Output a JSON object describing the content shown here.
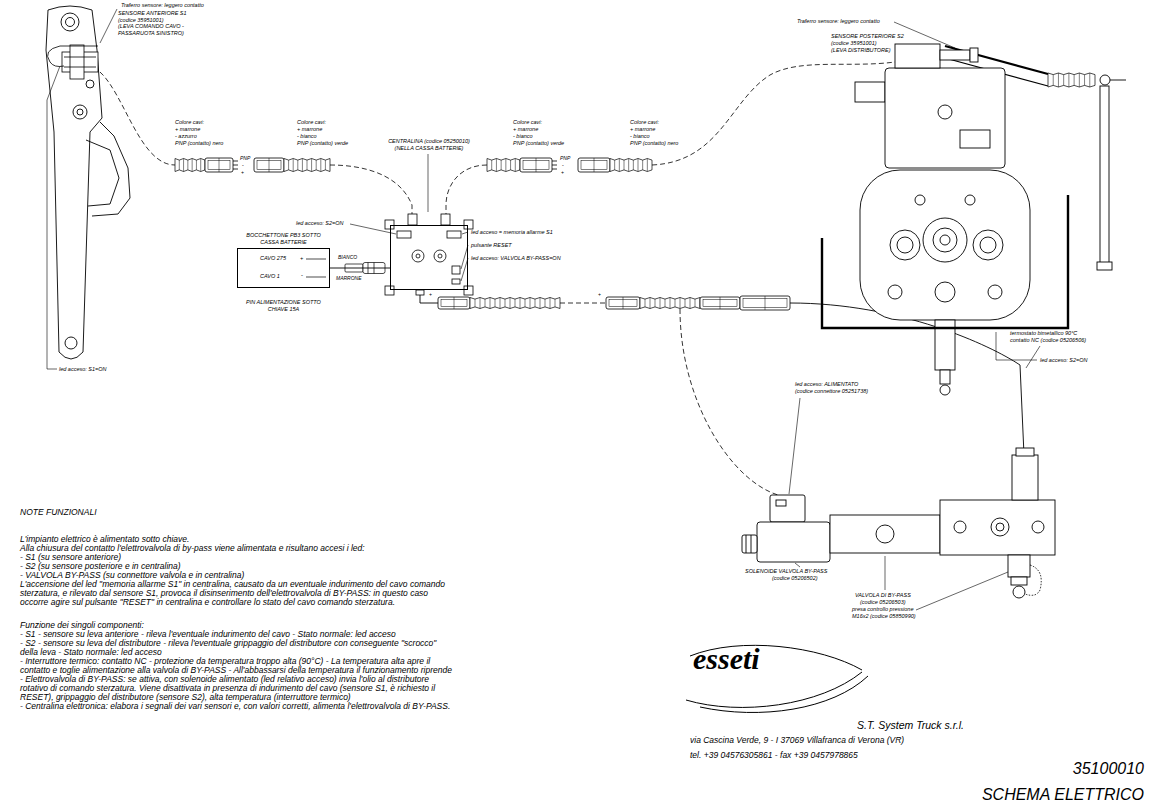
{
  "diagram": {
    "title": "SCHEMA ELETTRICO",
    "nodes": [
      {
        "text": [
          "CENTRALINA (codice 05250010) (NELLA CASSA BATTERIE)"
        ]
      },
      {
        "text": [
          "BOCCHETTONE PB3 SOTTO CASSA BATTERIE",
          "CAVO 275",
          "+",
          "CAVO 1",
          "-",
          "PIN ALIMENTAZIONE SOTTO CHIAVE 15A"
        ]
      }
    ],
    "edges": [
      {
        "from": 1,
        "to": 0,
        "arrow": "none"
      }
    ],
    "labels": [
      "Traferro sensore: leggero contatto",
      "SENSORE ANTERIORE S1",
      "(codice 35951001)",
      "(LEVA COMANDO CAVO -",
      "PASSARUOTA SINISTRO)",
      "led acceso: S1=ON",
      "Colore cavi:",
      "+ marrone",
      "- azzurro",
      "PNP (contatto) nero",
      "Colore cavi:",
      "+ marrone",
      "- bianco",
      "PNP (contatto) verde",
      "Colore cavi:",
      "+ marrone",
      "- bianco",
      "PNP (contatto) verde",
      "Colore cavi:",
      "+ marrone",
      "- bianco",
      "PNP (contatto) nero",
      "PNP",
      "-",
      "+",
      "PNP",
      "-",
      "+",
      "led acceso: S2=ON",
      "led acceso = memoria allarme S1",
      "pulsante RESET",
      "led acceso: VALVOLA BY-PASS=ON",
      "BIANCO",
      "MARRONE",
      "+",
      "+",
      "Traferro sensore: leggero contatto",
      "SENSORE POSTERIORE S2",
      "(codice 35951001)",
      "(LEVA DISTRIBUTORE)",
      "led acceso: S2=ON",
      "termostato bimetallico 90°C",
      "contatto NC (codice 05206506)",
      "led acceso: ALIMENTATO",
      "(codice connettore 05251738)",
      "SOLENOIDE VALVOLA BY-PASS",
      "(codice 05206502)",
      "VALVOLA DI BY-PASS",
      "(codice 05206503)",
      "presa controllo pressione",
      "M16x2 (codice 05850990)",
      "NOTE FUNZIONALI",
      "L'impianto elettrico è alimentato sotto chiave.",
      "Alla chiusura del contatto l'elettrovalvola di by-pass viene alimentata e risultano accesi i led:",
      "- S1 (su sensore anteriore)",
      "- S2 (su sensore posteriore e in centralina)",
      "- VALVOLA BY-PASS (su connettore valvola e in centralina)",
      "L'accensione del led \"memoria allarme S1\" in centralina, causato da un eventuale indurimento del cavo comando",
      "sterzatura, e rilevato dal sensore S1, provoca il disinserimento dell'elettrovalvola di BY-PASS: in questo caso",
      "occorre agire sul pulsante \"RESET\" in centralina e controllare lo stato del cavo comando sterzatura.",
      "Funzione dei singoli componenti:",
      "- S1 - sensore su leva anteriore - rileva l'eventuale indurimento del cavo - Stato normale: led acceso",
      "- S2 - sensore su leva del distributore - rileva l'eventuale grippaggio del distributore con conseguente \"scrocco\"",
      "della leva - Stato normale: led acceso",
      "- Interruttore termico: contatto NC - protezione da temperatura troppo alta (90°C) - La temperatura alta apre il",
      "contatto e toglie alimentazione alla valvola di BY-PASS - All'abbassarsi della temperatura il funzionamento riprende",
      "- Elettrovalvola di BY-PASS: se attiva, con solenoide alimentato (led relativo acceso) invia l'olio al distributore",
      "rotativo di comando sterzatura. Viene disattivata in presenza di indurimento del cavo (sensore S1, è richiesto il",
      "RESET), grippaggio del distributore (sensore S2), alta temperatura (interruttore termico)",
      "- Centralina elettronica: elabora i segnali dei vari sensori e, con valori corretti, alimenta l'elettrovalvola di BY-PASS.",
      "esseti",
      "S.T. System Truck s.r.l.",
      "via Cascina Verde, 9 - I 37069 Villafranca di Verona (VR)",
      "tel. +39 04576305861 - fax +39 0457978865",
      "35100010"
    ]
  }
}
